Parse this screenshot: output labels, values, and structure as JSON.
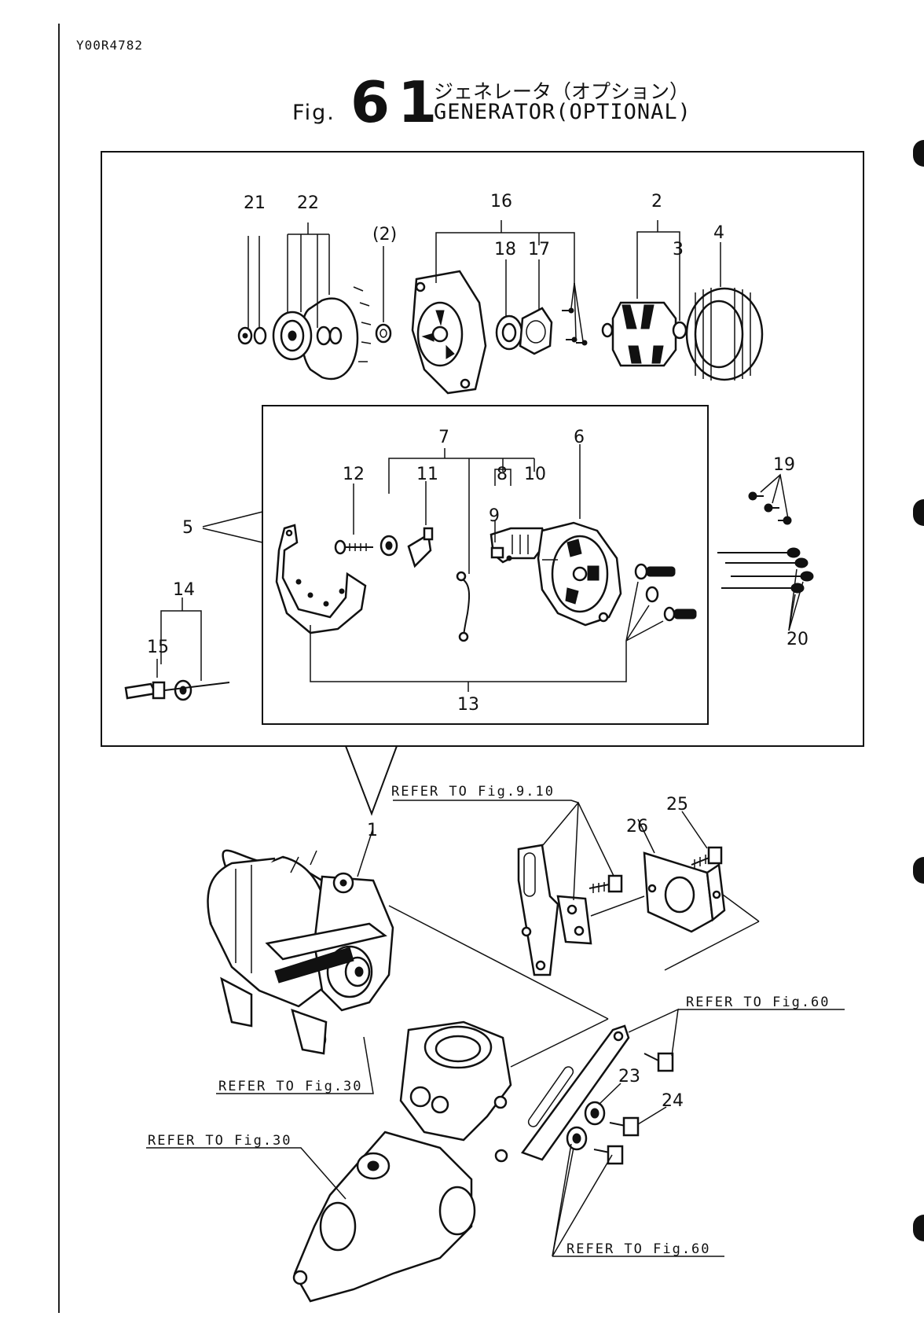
{
  "document": {
    "id": "Y00R4782",
    "figure_prefix": "Fig.",
    "figure_number": "61",
    "title_jp": "ジェネレータ（オプション）",
    "title_en": "GENERATOR(OPTIONAL)"
  },
  "callouts": {
    "c1": "1",
    "c2": "2",
    "c2p": "(2)",
    "c3": "3",
    "c4": "4",
    "c5": "5",
    "c6": "6",
    "c7": "7",
    "c8": "8",
    "c9": "9",
    "c10": "10",
    "c11": "11",
    "c12": "12",
    "c13": "13",
    "c14": "14",
    "c15": "15",
    "c16": "16",
    "c17": "17",
    "c18": "18",
    "c19": "19",
    "c20": "20",
    "c21": "21",
    "c22": "22",
    "c23": "23",
    "c24": "24",
    "c25": "25",
    "c26": "26"
  },
  "references": {
    "fig_9_10": "REFER TO Fig.9.10",
    "fig_60_top": "REFER TO Fig.60",
    "fig_30_a": "REFER TO Fig.30",
    "fig_30_b": "REFER TO Fig.30",
    "fig_60_bottom": "REFER TO Fig.60"
  }
}
